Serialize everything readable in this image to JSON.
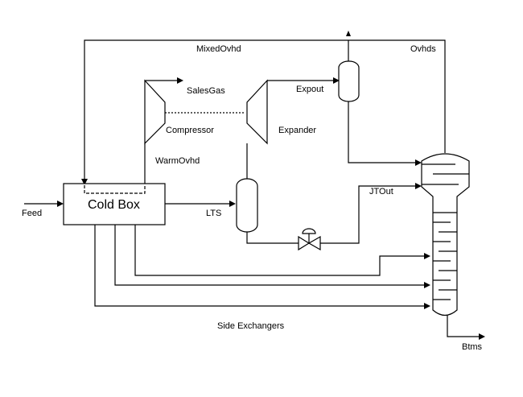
{
  "diagram": {
    "labels": {
      "mixed_ovhd": "MixedOvhd",
      "ovhds": "Ovhds",
      "sales_gas": "SalesGas",
      "expout": "Expout",
      "compressor": "Compressor",
      "expander": "Expander",
      "warm_ovhd": "WarmOvhd",
      "cold_box": "Cold Box",
      "jtout": "JTOut",
      "feed": "Feed",
      "lts": "LTS",
      "side_exchangers": "Side Exchangers",
      "btms": "Btms"
    },
    "colors": {
      "line": "#000000",
      "background": "#ffffff"
    }
  }
}
